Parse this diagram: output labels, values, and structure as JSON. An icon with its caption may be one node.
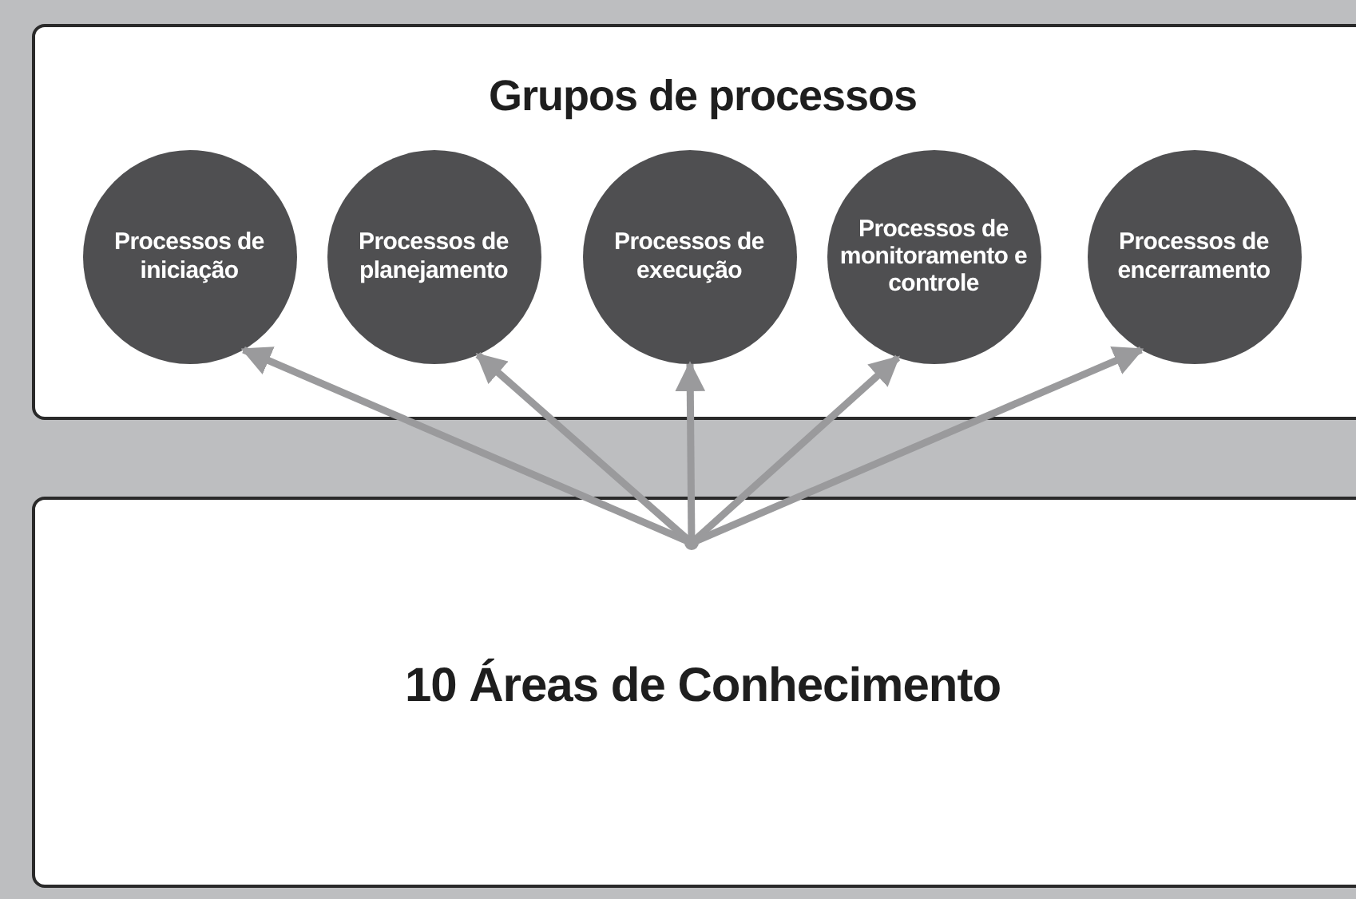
{
  "diagram": {
    "nodes": [
      {
        "text": [
          "Grupos de processos"
        ]
      },
      {
        "text": [
          "Processos de iniciação"
        ],
        "in": 0
      },
      {
        "text": [
          "Processos de planejamento"
        ],
        "in": 0
      },
      {
        "text": [
          "Processos de execução"
        ],
        "in": 0
      },
      {
        "text": [
          "Processos de monitoramento e controle"
        ],
        "in": 0
      },
      {
        "text": [
          "Processos de encerramento"
        ],
        "in": 0
      },
      {
        "text": [
          "10 Áreas de Conhecimento"
        ]
      }
    ],
    "edges": [
      {
        "from": 6,
        "to": 1,
        "arrow": "to"
      },
      {
        "from": 6,
        "to": 2,
        "arrow": "to"
      },
      {
        "from": 6,
        "to": 3,
        "arrow": "to"
      },
      {
        "from": 6,
        "to": 4,
        "arrow": "to"
      },
      {
        "from": 6,
        "to": 5,
        "arrow": "to"
      }
    ]
  }
}
